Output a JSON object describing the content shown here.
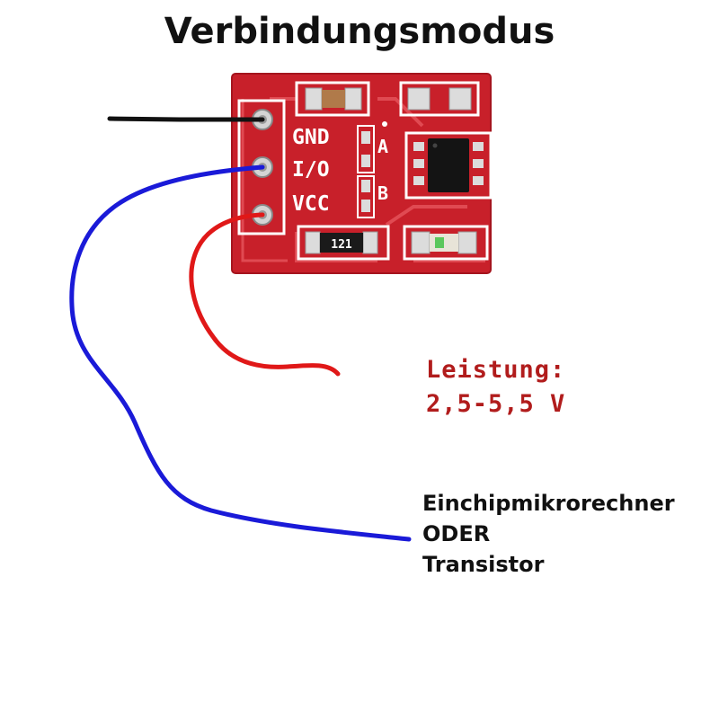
{
  "title": "Verbindungsmodus",
  "power": {
    "line1": "Leistung:",
    "line2": "2,5-5,5 V"
  },
  "target": {
    "line1": "Einchipmikrorechner",
    "line2": "ODER",
    "line3": "Transistor"
  },
  "board": {
    "pins": [
      "GND",
      "I/O",
      "VCC"
    ],
    "jumpers": [
      "A",
      "B"
    ],
    "resistor_code": "121"
  },
  "wires": {
    "gnd_color": "#111111",
    "io_color": "#1a1ad8",
    "vcc_color": "#e01818"
  },
  "colors": {
    "pcb": "#c8202a",
    "silkscreen": "#ffffff"
  }
}
